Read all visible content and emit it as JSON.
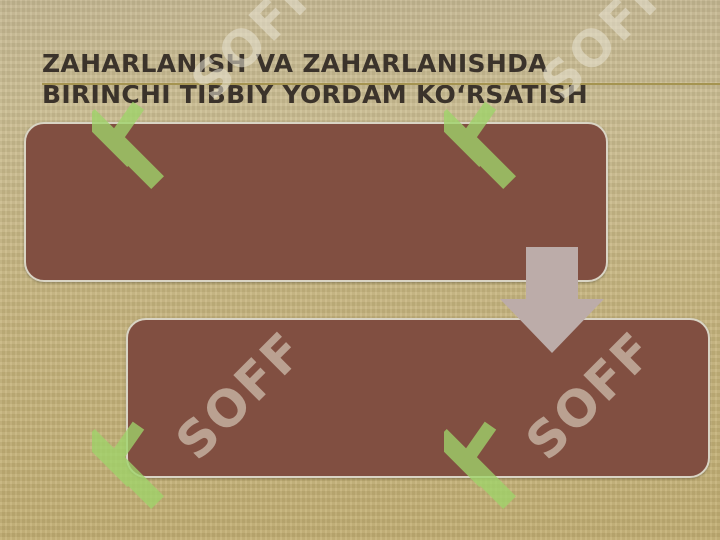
{
  "slide": {
    "title_line1": "ZAHARLANISH VA ZAHARLANISHDA",
    "title_line2": "BIRINCHI TIBBIY YORDAM KO‘RSATISH",
    "box1_text": "",
    "box2_text": ""
  },
  "watermark": {
    "text": "SOFF",
    "logo_icon": "soff-logo-icon"
  },
  "colors": {
    "box_fill": "#814f41",
    "arrow_fill": "#bcaca9",
    "title_color": "#3b332b",
    "watermark_green": "#9fd46a"
  }
}
